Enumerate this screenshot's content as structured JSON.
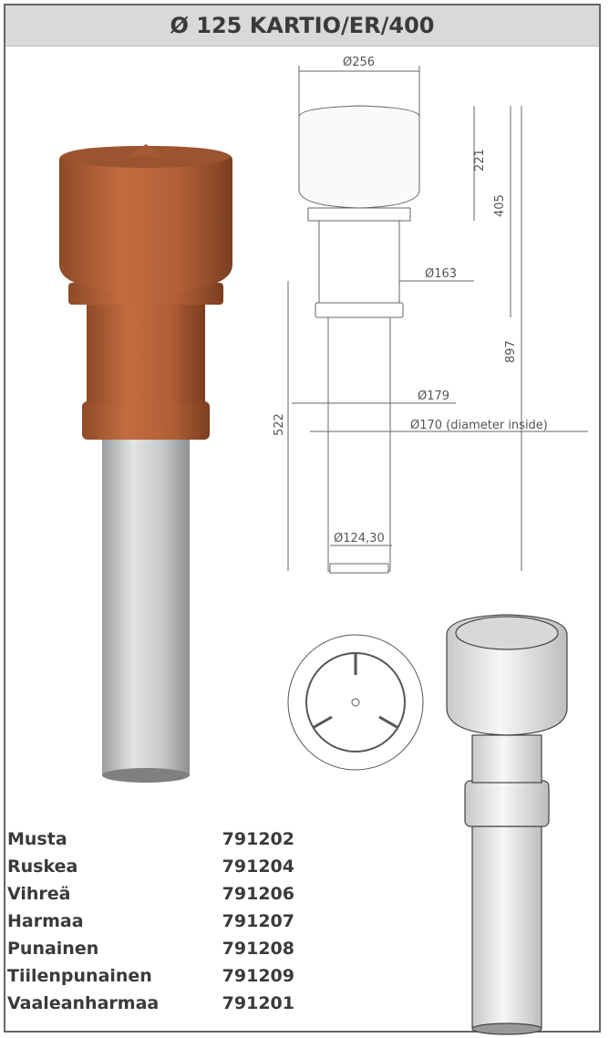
{
  "title": "Ø 125 KARTIO/ER/400",
  "dimensions": {
    "d256": "Ø256",
    "h221": "221",
    "h405": "405",
    "d163": "Ø163",
    "h897": "897",
    "d179": "Ø179",
    "d170": "Ø170 (diameter inside)",
    "h522": "522",
    "d124": "Ø124,30"
  },
  "products": [
    {
      "name": "Musta",
      "code": "791202"
    },
    {
      "name": "Ruskea",
      "code": "791204"
    },
    {
      "name": "Vihreä",
      "code": "791206"
    },
    {
      "name": "Harmaa",
      "code": "791207"
    },
    {
      "name": "Punainen",
      "code": "791208"
    },
    {
      "name": "Tiilenpunainen",
      "code": "791209"
    },
    {
      "name": "Vaaleanharmaa",
      "code": "791201"
    }
  ],
  "colors": {
    "brown": "#b8633a",
    "steel": "#c7c9cb",
    "header_bg": "#d9d9d9"
  }
}
